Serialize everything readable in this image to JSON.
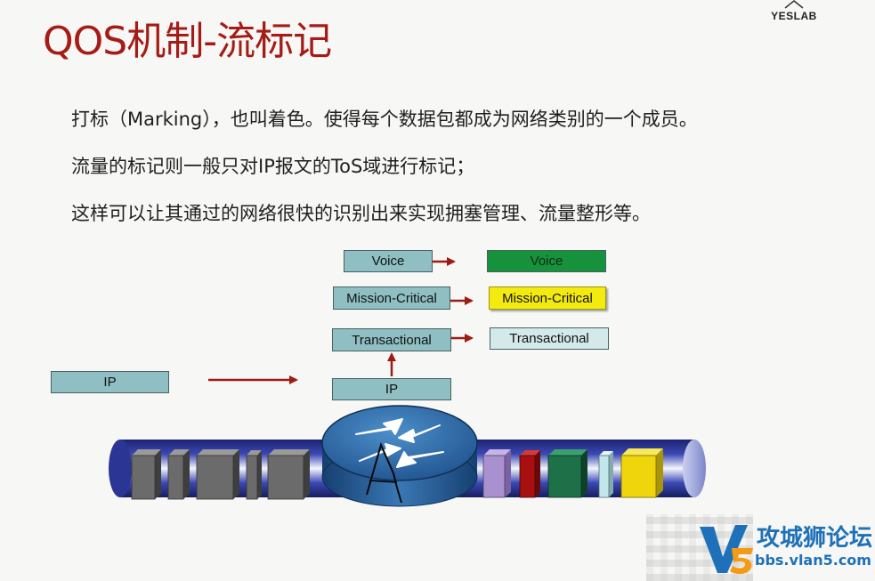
{
  "slide": {
    "logo": "YESLAB",
    "title": "QOS机制-流标记",
    "lines": [
      "打标（Marking），也叫着色。使得每个数据包都成为网络类别的一个成员。",
      "流量的标记则一般只对IP报文的ToS域进行标记；",
      "这样可以让其通过的网络很快的识别出来实现拥塞管理、流量整形等。"
    ]
  },
  "diagram": {
    "input_packet": "IP",
    "router_input": "IP",
    "classified": [
      "Voice",
      "Mission-Critical",
      "Transactional"
    ],
    "marked": [
      "Voice",
      "Mission-Critical",
      "Transactional"
    ],
    "colors": {
      "arrow": "#9b1c16",
      "class_box": "#8fbfc3",
      "voice_marked": "#17923c",
      "mission_marked": "#f3ea0f",
      "transactional_marked": "#d4e9ea",
      "pipe": "#26308a"
    },
    "unmarked_packet_color": "#6b6b6b",
    "marked_packet_colors": [
      "#a990cf",
      "#a81010",
      "#1e7048",
      "#c3e6ea",
      "#efd60c"
    ]
  },
  "watermark": {
    "brand_line": "攻城狮论坛",
    "url_line": "bbs.vlan5.com",
    "icon": "v5-logo-icon"
  }
}
